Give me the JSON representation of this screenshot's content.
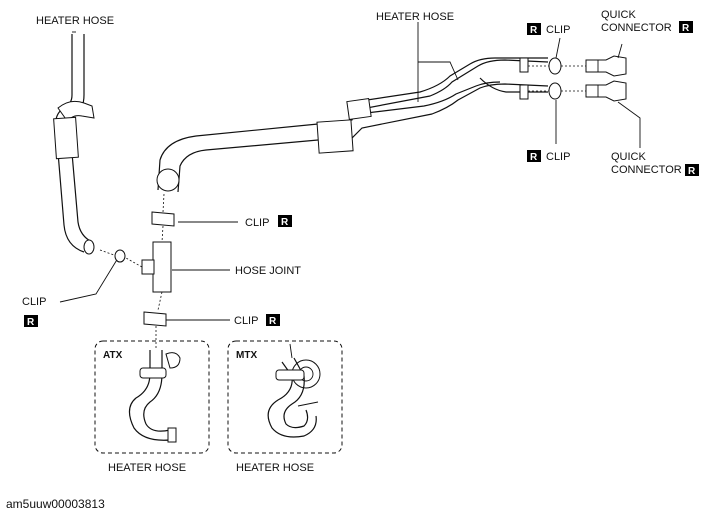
{
  "labels": {
    "heater_hose_left": "HEATER HOSE",
    "heater_hose_top": "HEATER HOSE",
    "clip_top": "CLIP",
    "quick_connector_top_line1": "QUICK",
    "quick_connector_top_line2": "CONNECTOR",
    "clip_right": "CLIP",
    "quick_connector_bottom_line1": "QUICK",
    "quick_connector_bottom_line2": "CONNECTOR",
    "clip_upper_mid": "CLIP",
    "hose_joint": "HOSE JOINT",
    "clip_left": "CLIP",
    "clip_lower_mid": "CLIP",
    "atx": "ATX",
    "mtx": "MTX",
    "heater_hose_atx": "HEATER HOSE",
    "heater_hose_mtx": "HEATER HOSE"
  },
  "badge": "R",
  "footer_code": "am5uuw00003813",
  "colors": {
    "line": "#111111",
    "badge_bg": "#000000",
    "background": "#ffffff"
  }
}
